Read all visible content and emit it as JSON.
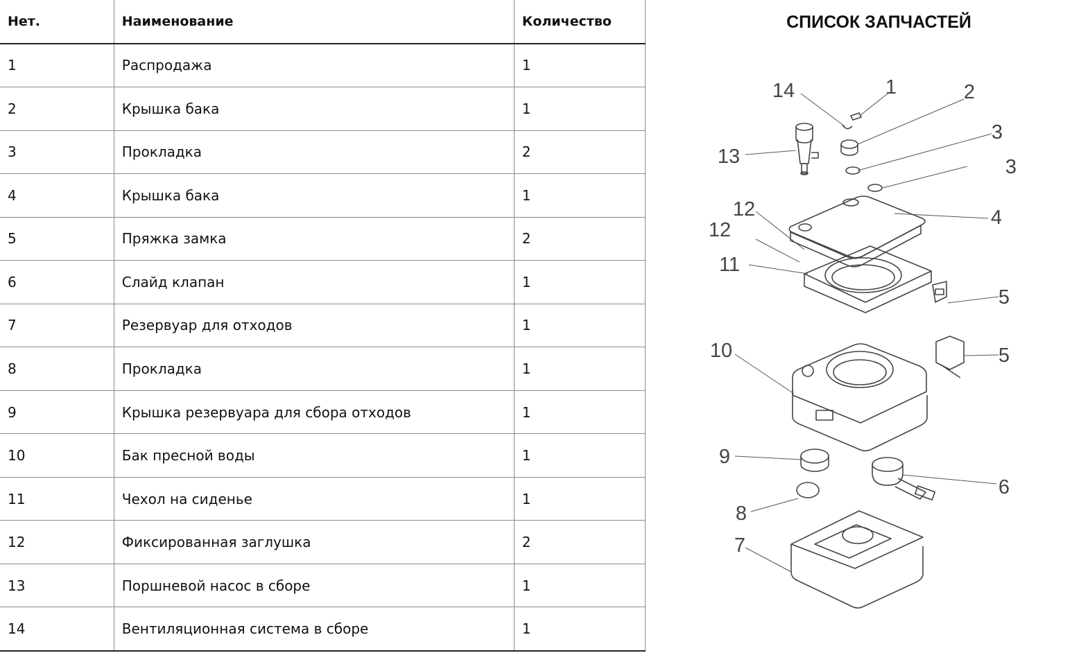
{
  "table": {
    "headers": [
      "Нет.",
      "Наименование",
      "Количество"
    ],
    "rows": [
      [
        "1",
        "Распродажа",
        "1"
      ],
      [
        "2",
        "Крышка бака",
        "1"
      ],
      [
        "3",
        "Прокладка",
        "2"
      ],
      [
        "4",
        "Крышка бака",
        "1"
      ],
      [
        "5",
        "Пряжка замка",
        "2"
      ],
      [
        "6",
        "Слайд клапан",
        "1"
      ],
      [
        "7",
        "Резервуар для отходов",
        "1"
      ],
      [
        "8",
        "Прокладка",
        "1"
      ],
      [
        "9",
        "Крышка резервуара для сбора отходов",
        "1"
      ],
      [
        "10",
        "Бак пресной воды",
        "1"
      ],
      [
        "11",
        "Чехол на сиденье",
        "1"
      ],
      [
        "12",
        "Фиксированная заглушка",
        "2"
      ],
      [
        "13",
        "Поршневой насос в сборе",
        "1"
      ],
      [
        "14",
        "Вентиляционная система в сборе",
        "1"
      ]
    ]
  },
  "diagram": {
    "title": "СПИСОК ЗАПЧАСТЕЙ",
    "callouts": [
      "14",
      "1",
      "2",
      "3",
      "3",
      "13",
      "12",
      "12",
      "4",
      "11",
      "5",
      "10",
      "5",
      "9",
      "6",
      "8",
      "7"
    ]
  }
}
